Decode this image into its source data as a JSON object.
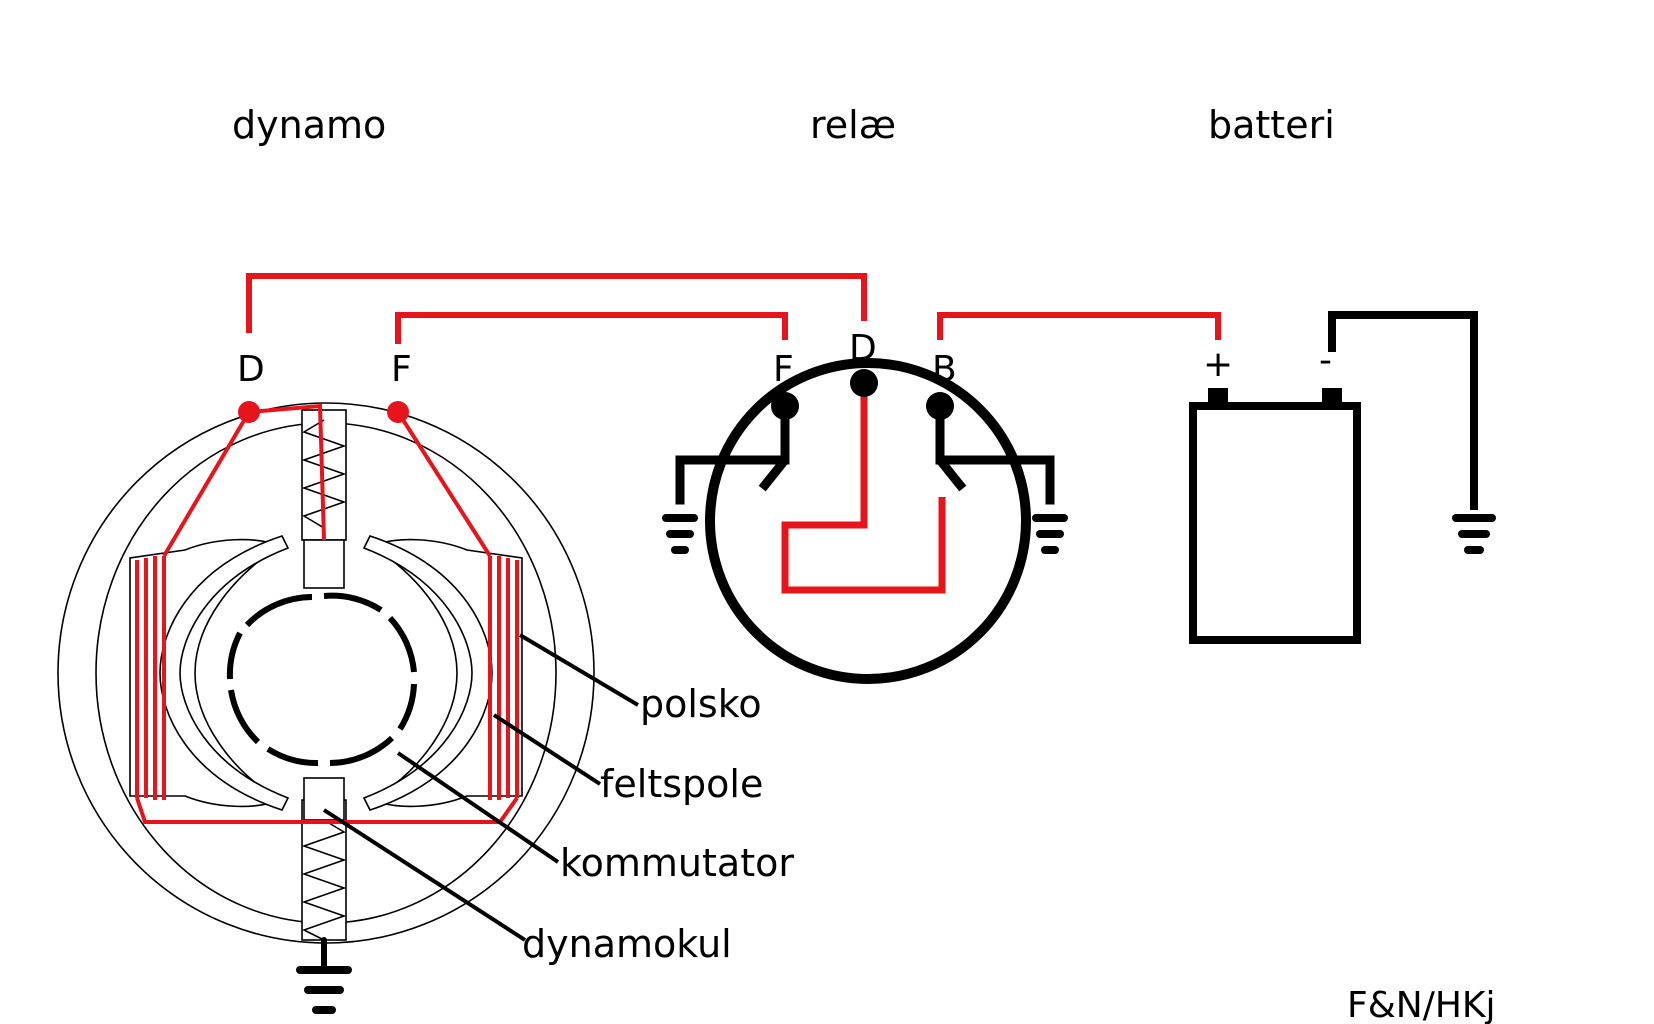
{
  "headers": {
    "dynamo": "dynamo",
    "relay": "relæ",
    "battery": "batteri"
  },
  "terminals": {
    "dynamo_d": "D",
    "dynamo_f": "F",
    "relay_f": "F",
    "relay_d": "D",
    "relay_b": "B",
    "battery_plus": "+",
    "battery_minus": "-"
  },
  "parts": {
    "pole_shoe": "polsko",
    "field_coil": "feltspole",
    "commutator": "kommutator",
    "brush": "dynamokul"
  },
  "credit": "F&N/HKj",
  "colors": {
    "wire_positive": "#e8141c",
    "wire_ground": "#000000"
  }
}
